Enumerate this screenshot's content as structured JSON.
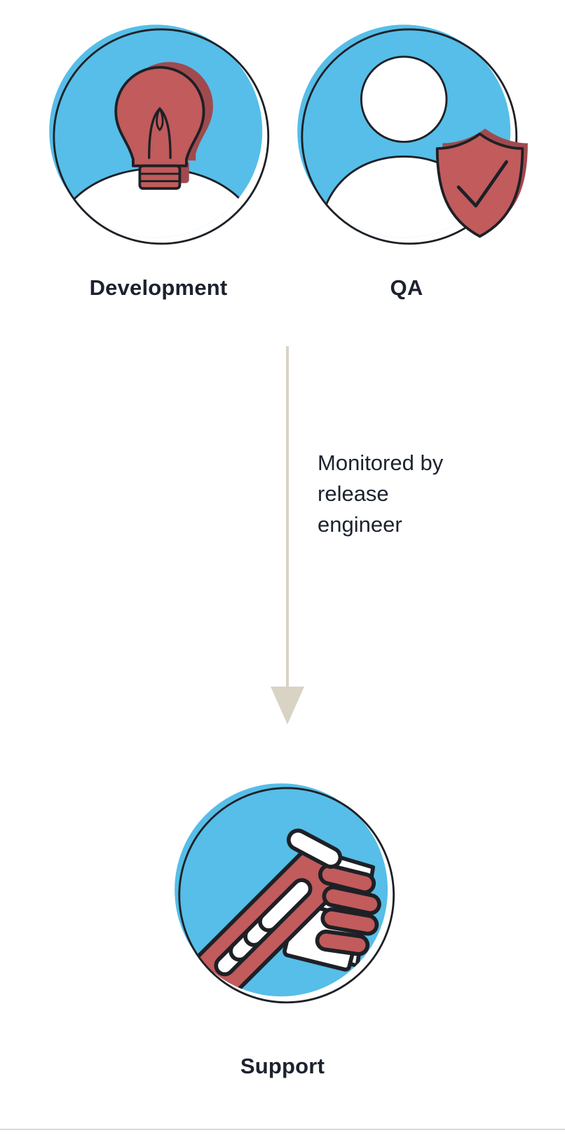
{
  "diagram": {
    "top_nodes": [
      {
        "label": "Development",
        "icon": "lightbulb-idea-icon"
      },
      {
        "label": "QA",
        "icon": "person-shield-check-icon"
      }
    ],
    "connector": {
      "type": "arrow-down",
      "label": "Monitored by\nrelease\nengineer"
    },
    "bottom_node": {
      "label": "Support",
      "icon": "handshake-clasp-icon"
    },
    "colors": {
      "circle_fill": "#56BEE8",
      "accent_red": "#C15B5C",
      "accent_red_shadow": "#A04A4E",
      "outline": "#1E2026",
      "arrow": "#D9D3C3",
      "text": "#1C222E"
    }
  }
}
